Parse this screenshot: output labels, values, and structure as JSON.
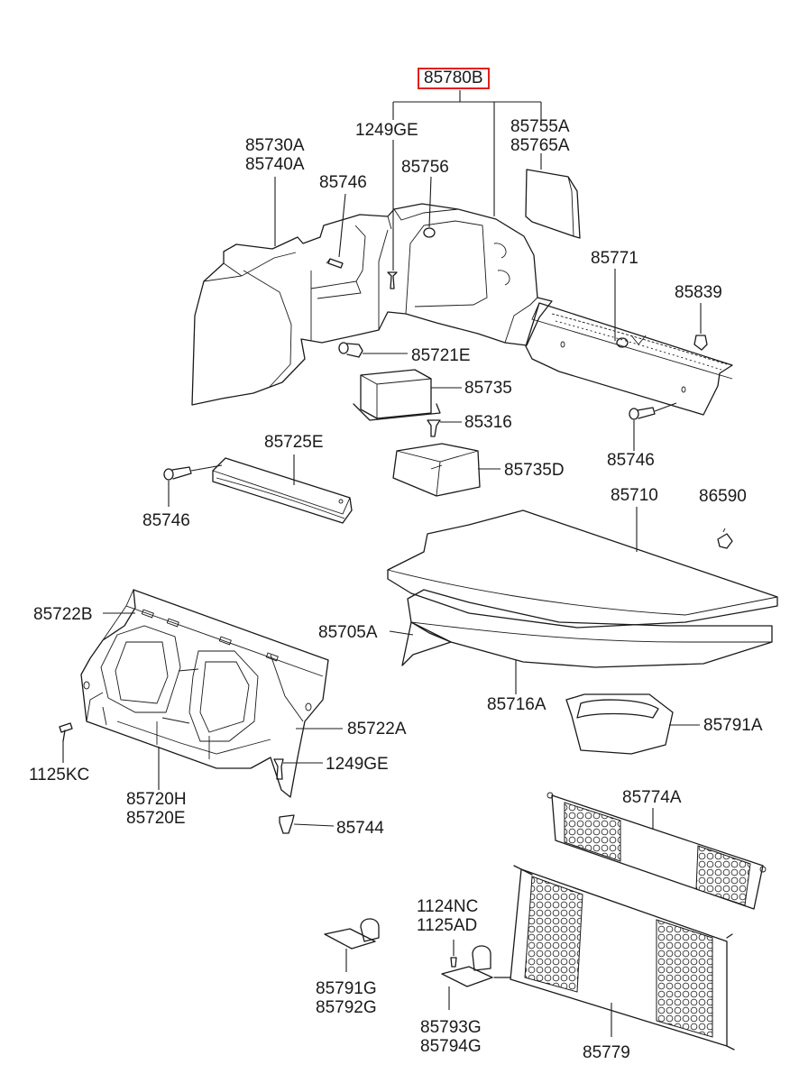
{
  "diagram": {
    "highlighted_part": "85780B",
    "parts": [
      {
        "key": "p85780B",
        "lines": [
          "85780B"
        ],
        "highlighted": true
      },
      {
        "key": "p1249GE_top",
        "lines": [
          "1249GE"
        ]
      },
      {
        "key": "p85755A",
        "lines": [
          "85755A",
          "85765A"
        ]
      },
      {
        "key": "p85730A",
        "lines": [
          "85730A",
          "85740A"
        ]
      },
      {
        "key": "p85756",
        "lines": [
          "85756"
        ]
      },
      {
        "key": "p85746_a",
        "lines": [
          "85746"
        ]
      },
      {
        "key": "p85771",
        "lines": [
          "85771"
        ]
      },
      {
        "key": "p85839",
        "lines": [
          "85839"
        ]
      },
      {
        "key": "p85721E",
        "lines": [
          "85721E"
        ]
      },
      {
        "key": "p85735",
        "lines": [
          "85735"
        ]
      },
      {
        "key": "p85316",
        "lines": [
          "85316"
        ]
      },
      {
        "key": "p85746_b",
        "lines": [
          "85746"
        ]
      },
      {
        "key": "p85725E",
        "lines": [
          "85725E"
        ]
      },
      {
        "key": "p85735D",
        "lines": [
          "85735D"
        ]
      },
      {
        "key": "p85746_c",
        "lines": [
          "85746"
        ]
      },
      {
        "key": "p85710",
        "lines": [
          "85710"
        ]
      },
      {
        "key": "p86590",
        "lines": [
          "86590"
        ]
      },
      {
        "key": "p85722B",
        "lines": [
          "85722B"
        ]
      },
      {
        "key": "p85705A",
        "lines": [
          "85705A"
        ]
      },
      {
        "key": "p85716A",
        "lines": [
          "85716A"
        ]
      },
      {
        "key": "p85722A",
        "lines": [
          "85722A"
        ]
      },
      {
        "key": "p85791A",
        "lines": [
          "85791A"
        ]
      },
      {
        "key": "p1125KC",
        "lines": [
          "1125KC"
        ]
      },
      {
        "key": "p1249GE_bot",
        "lines": [
          "1249GE"
        ]
      },
      {
        "key": "p85720H",
        "lines": [
          "85720H",
          "85720E"
        ]
      },
      {
        "key": "p85774A",
        "lines": [
          "85774A"
        ]
      },
      {
        "key": "p85744",
        "lines": [
          "85744"
        ]
      },
      {
        "key": "p1124NC",
        "lines": [
          "1124NC",
          "1125AD"
        ]
      },
      {
        "key": "p85791G",
        "lines": [
          "85791G",
          "85792G"
        ]
      },
      {
        "key": "p85793G",
        "lines": [
          "85793G",
          "85794G"
        ]
      },
      {
        "key": "p85779",
        "lines": [
          "85779"
        ]
      }
    ]
  }
}
